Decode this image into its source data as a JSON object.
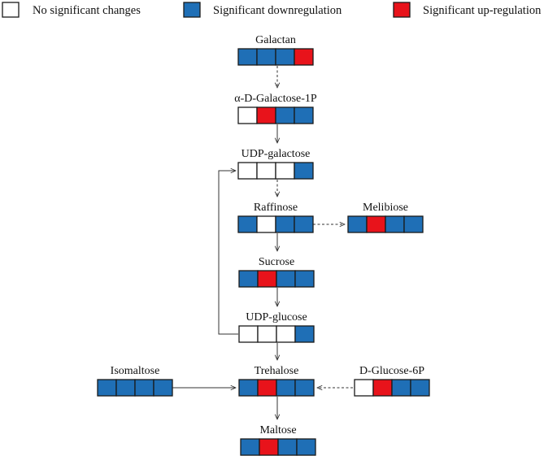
{
  "legend": [
    {
      "state": "none",
      "label": "No significant changes"
    },
    {
      "state": "down",
      "label": "Significant downregulation"
    },
    {
      "state": "up",
      "label": "Significant up-regulation"
    }
  ],
  "colors": {
    "none": "#ffffff",
    "down": "#1f6fb6",
    "up": "#e8131b"
  },
  "nodes": [
    {
      "id": "galactan",
      "label": "Galactan",
      "cells": [
        "down",
        "down",
        "down",
        "up"
      ]
    },
    {
      "id": "galactose1p",
      "label": "α-D-Galactose-1P",
      "cells": [
        "none",
        "up",
        "down",
        "down"
      ]
    },
    {
      "id": "udpgalactose",
      "label": "UDP-galactose",
      "cells": [
        "none",
        "none",
        "none",
        "down"
      ]
    },
    {
      "id": "raffinose",
      "label": "Raffinose",
      "cells": [
        "down",
        "none",
        "down",
        "down"
      ]
    },
    {
      "id": "melibiose",
      "label": "Melibiose",
      "cells": [
        "down",
        "up",
        "down",
        "down"
      ]
    },
    {
      "id": "sucrose",
      "label": "Sucrose",
      "cells": [
        "down",
        "up",
        "down",
        "down"
      ]
    },
    {
      "id": "udpglucose",
      "label": "UDP-glucose",
      "cells": [
        "none",
        "none",
        "none",
        "down"
      ]
    },
    {
      "id": "isomaltose",
      "label": "Isomaltose",
      "cells": [
        "down",
        "down",
        "down",
        "down"
      ]
    },
    {
      "id": "trehalose",
      "label": "Trehalose",
      "cells": [
        "down",
        "up",
        "down",
        "down"
      ]
    },
    {
      "id": "glucose6p",
      "label": "D-Glucose-6P",
      "cells": [
        "none",
        "up",
        "down",
        "down"
      ]
    },
    {
      "id": "maltose",
      "label": "Maltose",
      "cells": [
        "down",
        "up",
        "down",
        "down"
      ]
    }
  ],
  "edges": [
    {
      "from": "galactan",
      "to": "galactose1p",
      "style": "dashed"
    },
    {
      "from": "galactose1p",
      "to": "udpgalactose",
      "style": "solid"
    },
    {
      "from": "udpgalactose",
      "to": "raffinose",
      "style": "dashed"
    },
    {
      "from": "raffinose",
      "to": "melibiose",
      "style": "dashed"
    },
    {
      "from": "raffinose",
      "to": "sucrose",
      "style": "solid"
    },
    {
      "from": "sucrose",
      "to": "udpglucose",
      "style": "solid"
    },
    {
      "from": "udpglucose",
      "to": "udpgalactose",
      "style": "solid"
    },
    {
      "from": "udpglucose",
      "to": "trehalose",
      "style": "solid"
    },
    {
      "from": "isomaltose",
      "to": "trehalose",
      "style": "solid"
    },
    {
      "from": "glucose6p",
      "to": "trehalose",
      "style": "dashed"
    },
    {
      "from": "trehalose",
      "to": "maltose",
      "style": "solid"
    }
  ]
}
